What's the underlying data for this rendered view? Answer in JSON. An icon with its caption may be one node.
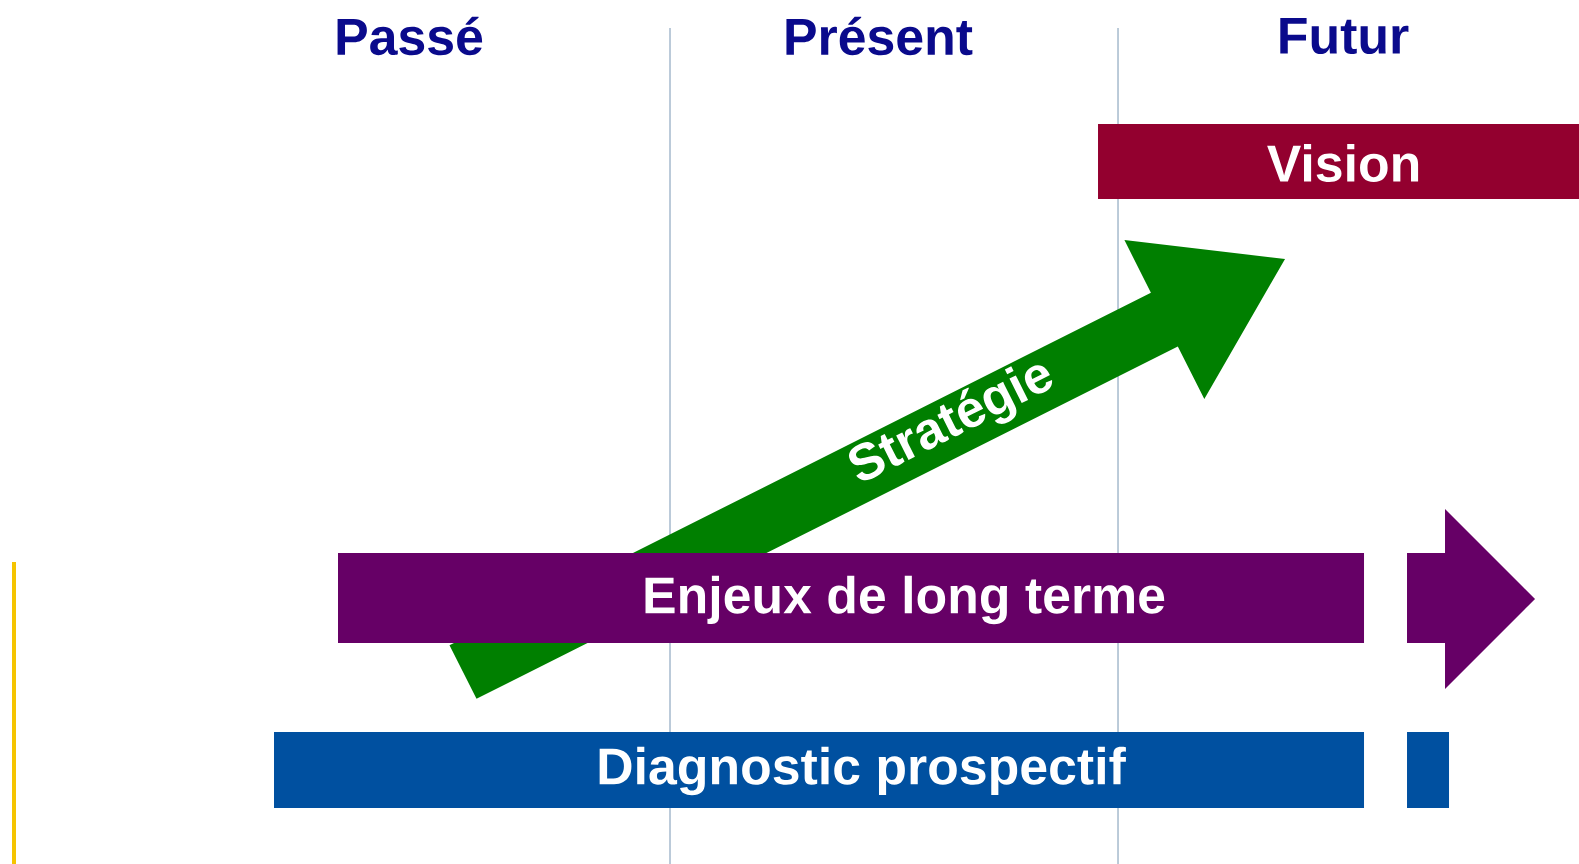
{
  "diagram": {
    "nodes": [
      {
        "text": [
          "Vision"
        ]
      },
      {
        "text": [
          "Stratégie"
        ]
      },
      {
        "text": [
          "Enjeux de long terme"
        ]
      },
      {
        "text": [
          "Diagnostic prospectif"
        ]
      }
    ],
    "labels": [
      "Passé",
      "Présent",
      "Futur"
    ]
  }
}
